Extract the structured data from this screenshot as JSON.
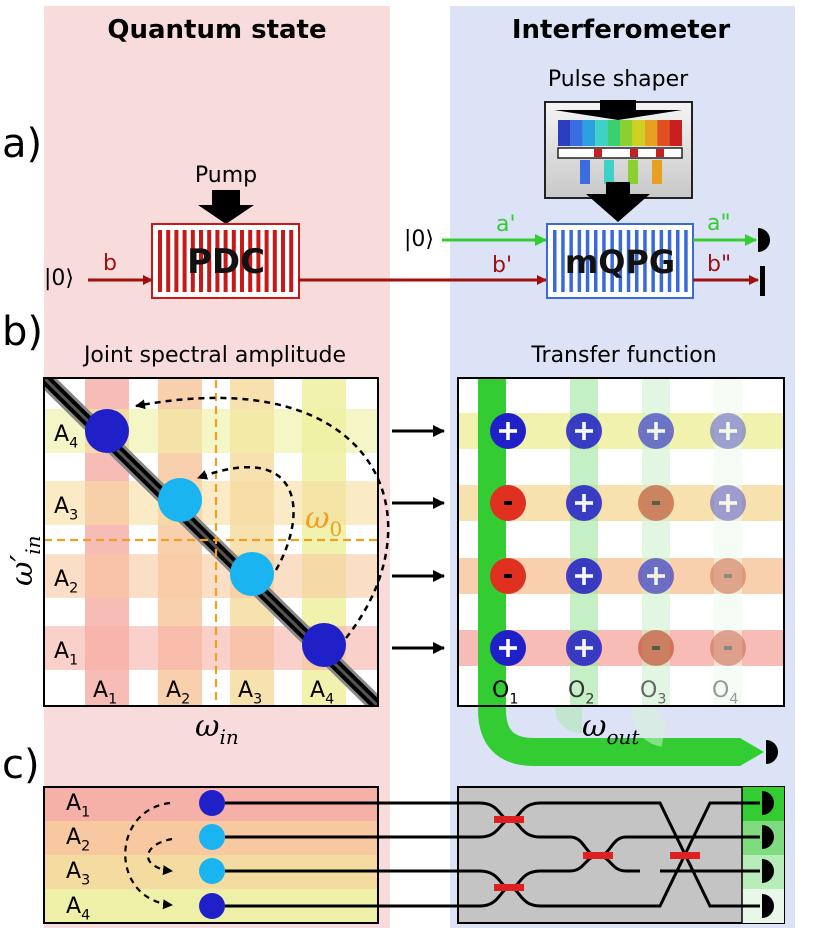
{
  "headers": {
    "left": "Quantum state",
    "right": "Interferometer"
  },
  "panel_labels": {
    "a": "a)",
    "b": "b)",
    "c": "c)"
  },
  "panel_a": {
    "pump": "Pump",
    "pdc": "PDC",
    "mqpg": "mQPG",
    "pulse_shaper": "Pulse shaper",
    "ket_left": "|0⟩",
    "ket_top": "|0⟩",
    "mode_b": "b",
    "mode_a1": "a'",
    "mode_b1": "b'",
    "mode_a2": "a\"",
    "mode_b2": "b\"",
    "spectrum_colors": [
      "#2a3fc0",
      "#3a6de0",
      "#2aa0e0",
      "#3fd0c8",
      "#3ad070",
      "#8ad030",
      "#d0d020",
      "#e8a020",
      "#e05020",
      "#c82020"
    ]
  },
  "panel_b": {
    "jsa_title": "Joint spectral amplitude",
    "tf_title": "Transfer function",
    "x_axis": "ω",
    "x_axis_sub": "in",
    "y_axis": "ω′",
    "y_axis_sub": "in",
    "w0": "ω",
    "w0_sub": "0",
    "w_out": "ω",
    "w_out_sub": "out",
    "row_labels": [
      {
        "main": "A",
        "sub": "4"
      },
      {
        "main": "A",
        "sub": "3"
      },
      {
        "main": "A",
        "sub": "2"
      },
      {
        "main": "A",
        "sub": "1"
      }
    ],
    "col_labels": [
      {
        "main": "A",
        "sub": "1"
      },
      {
        "main": "A",
        "sub": "2"
      },
      {
        "main": "A",
        "sub": "3"
      },
      {
        "main": "A",
        "sub": "4"
      }
    ],
    "out_labels": [
      {
        "main": "O",
        "sub": "1"
      },
      {
        "main": "O",
        "sub": "2"
      },
      {
        "main": "O",
        "sub": "3"
      },
      {
        "main": "O",
        "sub": "4"
      }
    ],
    "signs": [
      [
        "+",
        "+",
        "+",
        "+"
      ],
      [
        "-",
        "+",
        "-",
        "+"
      ],
      [
        "-",
        "+",
        "+",
        "-"
      ],
      [
        "+",
        "+",
        "-",
        "-"
      ]
    ]
  },
  "panel_c": {
    "labels": [
      {
        "main": "A",
        "sub": "1"
      },
      {
        "main": "A",
        "sub": "2"
      },
      {
        "main": "A",
        "sub": "3"
      },
      {
        "main": "A",
        "sub": "4"
      }
    ]
  },
  "colors": {
    "left_bg": "#f8dcdc",
    "right_bg": "#dde3f6",
    "dark_red": "#a01010",
    "green": "#33cc33",
    "dark_blue": "#2020c8",
    "light_blue": "#1ab4f0",
    "minus_red": "#e03020",
    "orange_dash": "#f0a020"
  }
}
